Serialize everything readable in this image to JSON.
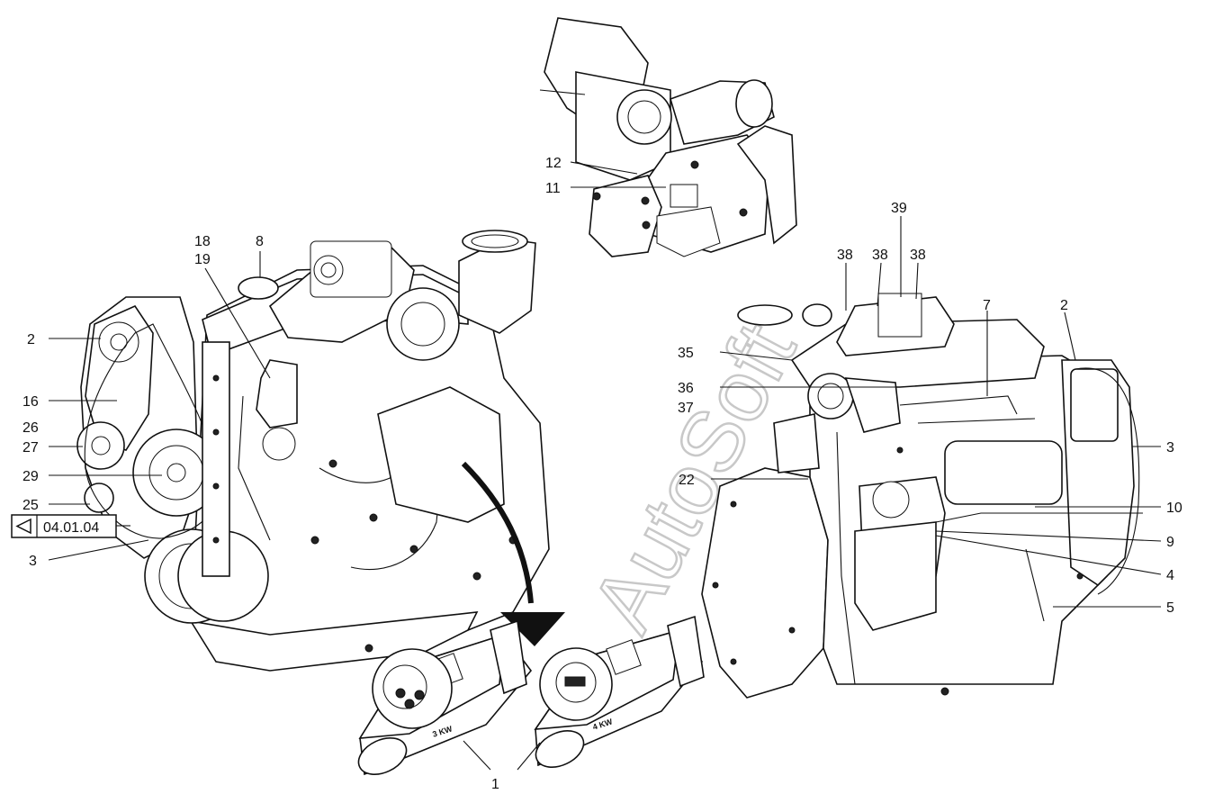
{
  "watermark": "AutoSoft",
  "reference": {
    "code": "04.01.04"
  },
  "callouts": {
    "left": {
      "c2": "2",
      "c16": "16",
      "c26": "26",
      "c27": "27",
      "c29": "29",
      "c25": "25",
      "c3": "3",
      "c18": "18",
      "c19": "19",
      "c8": "8"
    },
    "top": {
      "c12": "12",
      "c11": "11"
    },
    "right": {
      "c39": "39",
      "c38a": "38",
      "c38b": "38",
      "c38c": "38",
      "c7": "7",
      "c2": "2",
      "c35": "35",
      "c36": "36",
      "c37": "37",
      "c3": "3",
      "c22": "22",
      "c10": "10",
      "c9": "9",
      "c4": "4",
      "c5": "5"
    },
    "bottom": {
      "c1": "1"
    }
  },
  "starters": {
    "left_rating": "3 KW",
    "right_rating": "4 KW"
  }
}
